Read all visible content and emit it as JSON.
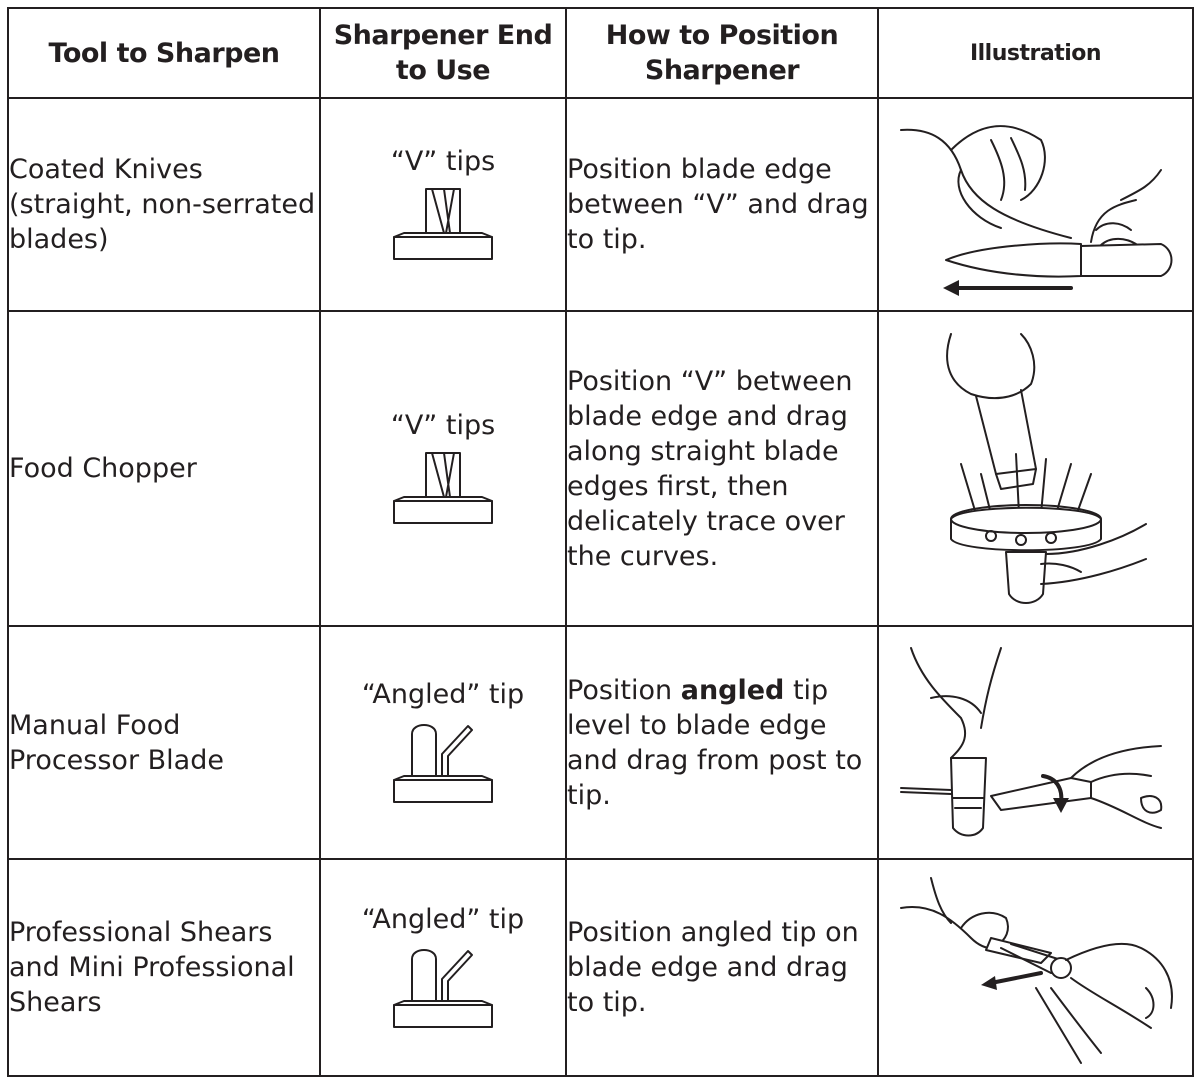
{
  "table": {
    "headers": {
      "tool": "Tool to Sharpen",
      "end": "Sharpener End to Use",
      "position": "How to Position Sharpener",
      "illustration": "Illustration"
    },
    "rows": [
      {
        "tool": "Coated Knives (straight, non-serrated blades)",
        "end": "“V” tips",
        "end_icon": "v-tips-sharpener-icon",
        "how": "Position blade edge between “V” and drag to tip.",
        "illustration_icon": "knife-sharpening-illustration"
      },
      {
        "tool": "Food Chopper",
        "end": "“V” tips",
        "end_icon": "v-tips-sharpener-icon",
        "how": "Position “V” between blade edge and drag along straight blade edges first, then delicately trace over the curves.",
        "illustration_icon": "food-chopper-sharpening-illustration"
      },
      {
        "tool": "Manual Food Processor Blade",
        "end": "“Angled” tip",
        "end_icon": "angled-tip-sharpener-icon",
        "how_prefix": "Position ",
        "how_bold": "angled",
        "how_suffix": " tip level to blade edge and drag from post to tip.",
        "illustration_icon": "processor-blade-sharpening-illustration"
      },
      {
        "tool": "Professional Shears and Mini Professional Shears",
        "end": "“Angled” tip",
        "end_icon": "angled-tip-sharpener-icon",
        "how": "Position angled tip on blade edge and drag to tip.",
        "illustration_icon": "shears-sharpening-illustration"
      }
    ]
  }
}
